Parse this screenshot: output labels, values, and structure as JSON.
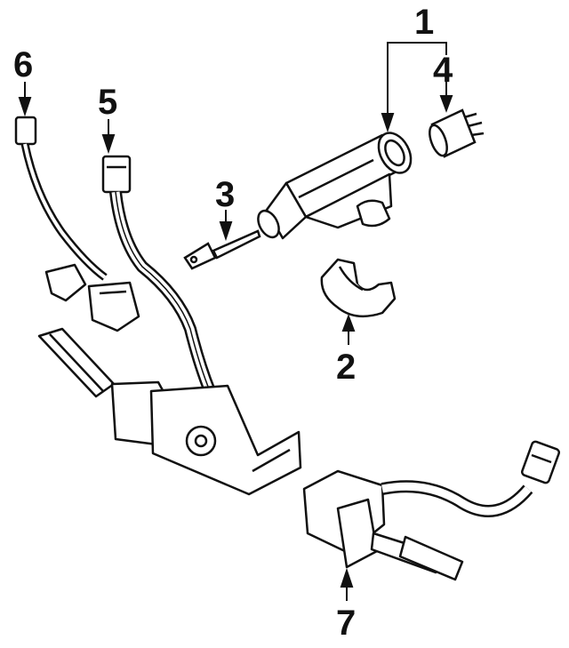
{
  "colors": {
    "ink": "#111111",
    "paper": "#ffffff"
  },
  "callouts": [
    {
      "id": "1",
      "text": "1"
    },
    {
      "id": "2",
      "text": "2"
    },
    {
      "id": "3",
      "text": "3"
    },
    {
      "id": "4",
      "text": "4"
    },
    {
      "id": "5",
      "text": "5"
    },
    {
      "id": "6",
      "text": "6"
    },
    {
      "id": "7",
      "text": "7"
    }
  ],
  "parts": [
    {
      "id": "ignition-lock-housing",
      "callout": "1"
    },
    {
      "id": "lock-housing-bracket",
      "callout": "2"
    },
    {
      "id": "ignition-key",
      "callout": "3"
    },
    {
      "id": "lock-cylinder-connector",
      "callout": "4"
    },
    {
      "id": "multi-pin-connector-harness",
      "callout": "5"
    },
    {
      "id": "small-connector-harness",
      "callout": "6"
    },
    {
      "id": "combination-switch-stalk",
      "callout": "7"
    }
  ]
}
